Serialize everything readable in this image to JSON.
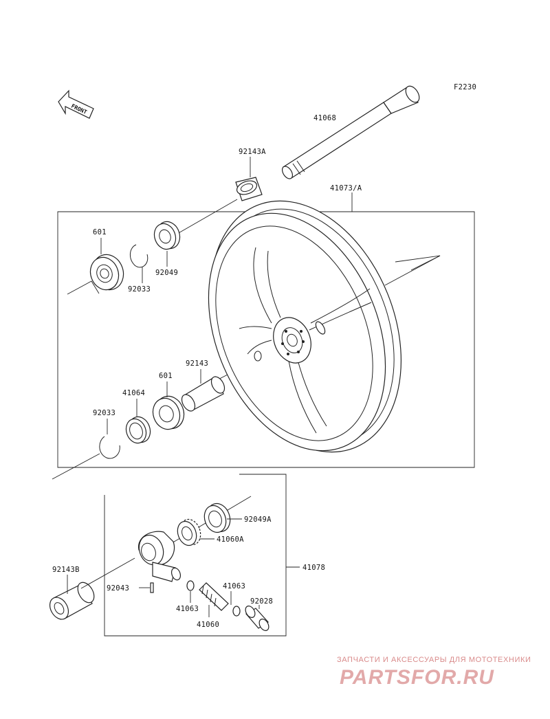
{
  "diagram": {
    "code": "F2230",
    "front_label": "FRONT",
    "parts": {
      "axle": "41068",
      "collar_a": "92143A",
      "wheel_assy": "41073/A",
      "bearing_left": "601",
      "circlip_left": "92033",
      "seal_left": "92049",
      "spacer": "92143",
      "bearing_right": "601",
      "ring": "41064",
      "circlip_right": "92033",
      "seal_right": "92049A",
      "speedo_gear": "41060A",
      "speedo_gearbox": "41078",
      "collar_b": "92143B",
      "pin": "92043",
      "washer_1": "41063",
      "washer_2": "41063",
      "pinion": "41060",
      "bushing": "92028"
    }
  },
  "watermark": {
    "top_text": "ЗАПЧАСТИ И АКСЕССУАРЫ ДЛЯ МОТОТЕХНИКИ",
    "logo_text": "PARTSFOR.RU"
  }
}
